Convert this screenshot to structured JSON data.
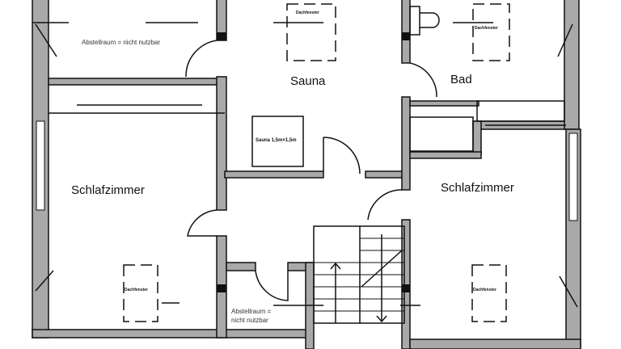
{
  "rooms": {
    "sauna": "Sauna",
    "bad": "Bad",
    "schlafzimmer_left": "Schlafzimmer",
    "schlafzimmer_right": "Schlafzimmer"
  },
  "notes": {
    "storage_top": "Abstellraum = nicht nutzbar",
    "storage_bottom_line1": "Abstellraum =",
    "storage_bottom_line2": "nicht nutzbar",
    "sauna_box": "Sauna 1,5m×1,5m"
  },
  "skylights": {
    "label": "Dachfenster"
  }
}
